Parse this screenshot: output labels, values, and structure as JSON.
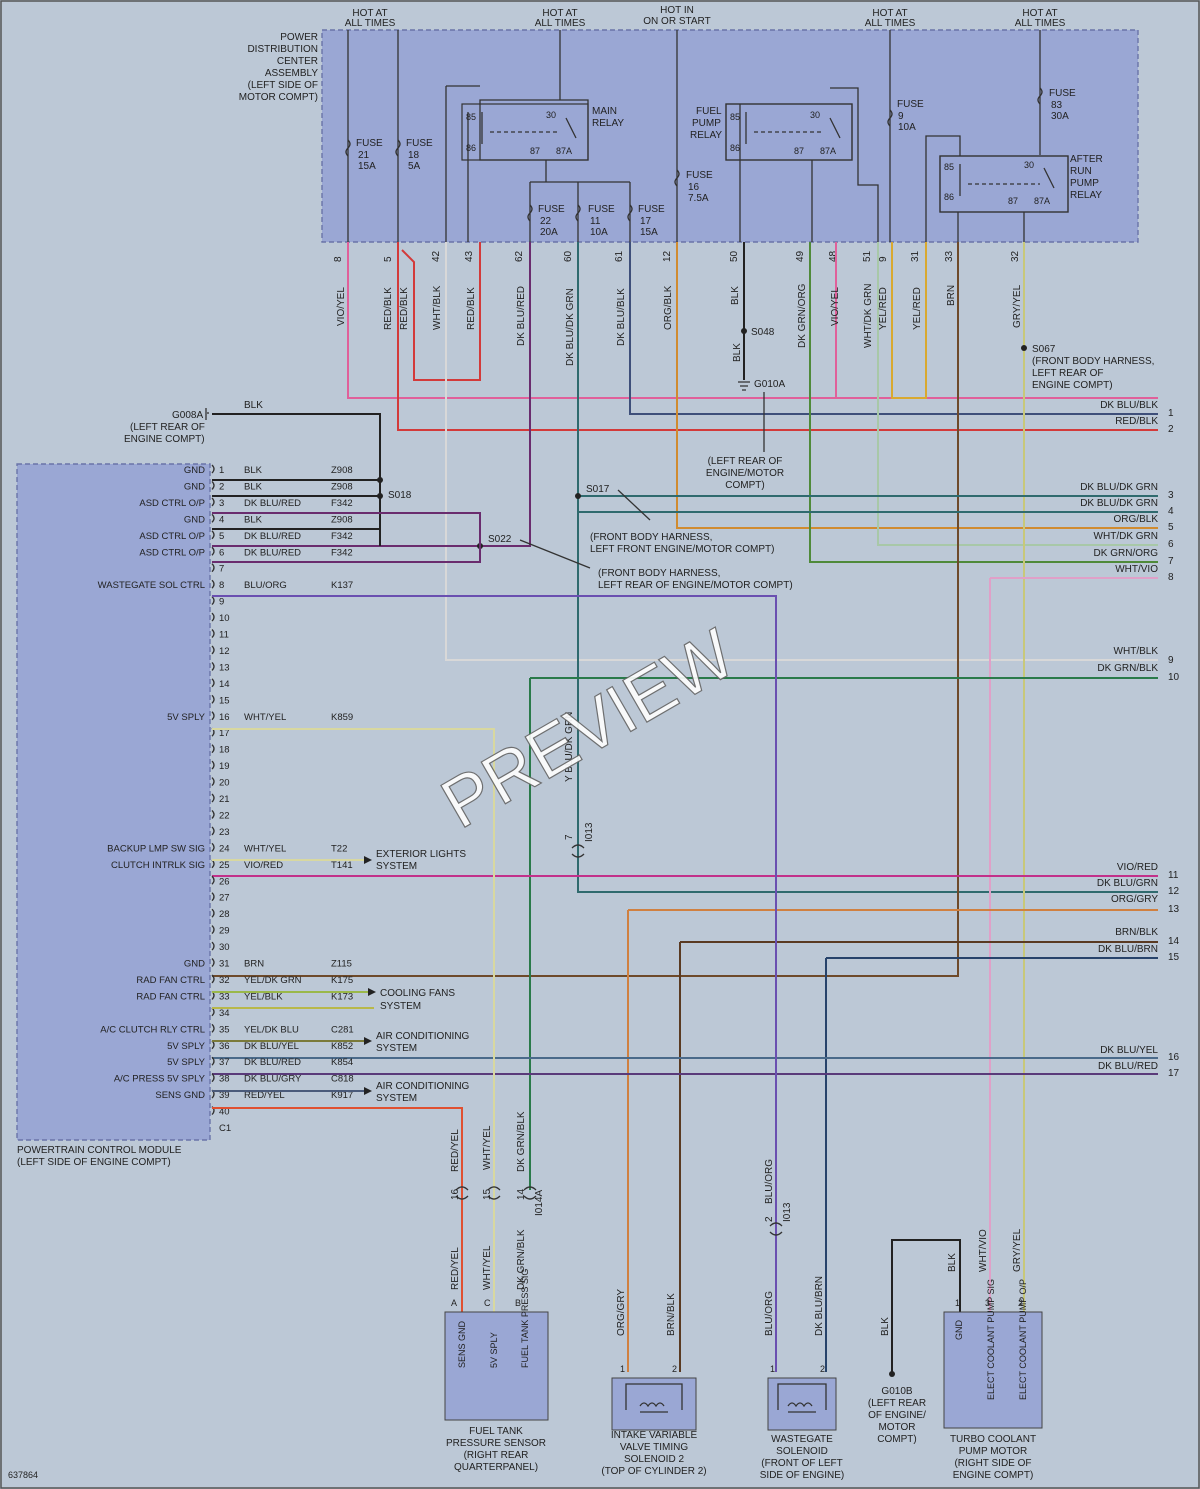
{
  "diagram_id": "637864",
  "watermark": "PREVIEW",
  "colors": {
    "background": "#bcc8d6",
    "module_fill": "#9aa7d4",
    "vio_yel": "#e0609a",
    "red": "#d33a3a",
    "dk_blu_red": "#6a2c6e",
    "dk_blu_dk_grn": "#2f6a6e",
    "dk_blu_blk": "#3e4f7a",
    "org_blk": "#d08b30",
    "blk": "#222222",
    "dk_grn_org": "#4f8a3a",
    "wht_dk_grn": "#a8c8a8",
    "yel_red": "#d9a92f",
    "brn": "#6e4a2a",
    "gry_yel": "#c8c87a",
    "wht_blk": "#d8d8d8",
    "blu_org": "#6a4fb0",
    "wht_yel": "#d8d8a0",
    "vio_red": "#c2308a",
    "org_gry": "#d08040",
    "brn_blk": "#5a3a22",
    "dk_blu_brn": "#27436b",
    "dk_blu_yel": "#4a6a8a",
    "dk_blu_red2": "#5a3a7a",
    "red_yel": "#e05030",
    "dk_grn_blk": "#2a7a4a",
    "wht_vio": "#e0a0c8",
    "yel_blk": "#b8b84a",
    "yel_dk_grn": "#9ab84a"
  },
  "pdc": {
    "title": [
      "POWER",
      "DISTRIBUTION",
      "CENTER",
      "ASSEMBLY",
      "(LEFT SIDE OF",
      "MOTOR COMPT)"
    ],
    "hot_labels": [
      [
        "HOT AT",
        "ALL TIMES"
      ],
      [
        "HOT AT",
        "ALL TIMES"
      ],
      [
        "HOT IN",
        "ON OR START"
      ],
      [
        "HOT AT",
        "ALL TIMES"
      ],
      [
        "HOT AT",
        "ALL TIMES"
      ]
    ],
    "fuses": [
      {
        "name": "FUSE",
        "num": "21",
        "amp": "15A"
      },
      {
        "name": "FUSE",
        "num": "18",
        "amp": "5A"
      },
      {
        "name": "FUSE",
        "num": "22",
        "amp": "20A"
      },
      {
        "name": "FUSE",
        "num": "11",
        "amp": "10A"
      },
      {
        "name": "FUSE",
        "num": "17",
        "amp": "15A"
      },
      {
        "name": "FUSE",
        "num": "16",
        "amp": "7.5A"
      },
      {
        "name": "FUSE",
        "num": "9",
        "amp": "10A"
      },
      {
        "name": "FUSE",
        "num": "83",
        "amp": "30A"
      }
    ],
    "relays": [
      {
        "label": [
          "MAIN",
          "RELAY"
        ],
        "pins": [
          "85",
          "86",
          "30",
          "87",
          "87A"
        ]
      },
      {
        "label": [
          "FUEL",
          "PUMP",
          "RELAY"
        ],
        "pins": [
          "85",
          "86",
          "30",
          "87",
          "87A"
        ]
      },
      {
        "label": [
          "AFTER",
          "RUN",
          "PUMP",
          "RELAY"
        ],
        "pins": [
          "85",
          "86",
          "30",
          "87",
          "87A"
        ]
      }
    ],
    "pins": [
      "8",
      "5",
      "42",
      "43",
      "62",
      "60",
      "61",
      "12",
      "50",
      "49",
      "48",
      "51",
      "9",
      "31",
      "33",
      "32"
    ]
  },
  "pdc_wires": [
    "VIO/YEL",
    "RED/BLK",
    "RED/BLK",
    "WHT/BLK",
    "RED/BLK",
    "DK BLU/RED",
    "DK BLU/DK GRN",
    "DK BLU/BLK",
    "ORG/BLK",
    "BLK",
    "DK GRN/ORG",
    "VIO/YEL",
    "WHT/DK GRN",
    "YEL/RED",
    "YEL/RED",
    "BRN",
    "GRY/YEL"
  ],
  "splices": {
    "s048": "S048",
    "g010a": "G010A",
    "g010a_desc": [
      "(LEFT REAR OF",
      "ENGINE/MOTOR",
      "COMPT)"
    ],
    "blk_mid": "BLK",
    "s067": "S067",
    "s067_desc": [
      "(FRONT BODY HARNESS,",
      "LEFT REAR OF",
      "ENGINE COMPT)"
    ],
    "g008a": "G008A",
    "g008a_desc": [
      "(LEFT REAR OF",
      "ENGINE COMPT)"
    ],
    "g008a_wire": "BLK",
    "s018": "S018",
    "s022": "S022",
    "s017": "S017",
    "s017_desc": [
      "(FRONT BODY HARNESS,",
      "LEFT FRONT ENGINE/MOTOR COMPT)"
    ],
    "s022_desc": [
      "(FRONT BODY HARNESS,",
      "LEFT REAR OF ENGINE/MOTOR COMPT)"
    ]
  },
  "right_edge": [
    {
      "num": "1",
      "wire": "DK BLU/BLK"
    },
    {
      "num": "2",
      "wire": "RED/BLK"
    },
    {
      "num": "3",
      "wire": "DK BLU/DK GRN"
    },
    {
      "num": "",
      "wire": "DK BLU/DK GRN"
    },
    {
      "num": "4",
      "wire": "ORG/BLK"
    },
    {
      "num": "5",
      "wire": "WHT/DK GRN"
    },
    {
      "num": "6",
      "wire": "DK GRN/ORG"
    },
    {
      "num": "7",
      "wire": "WHT/VIO"
    },
    {
      "num": "8",
      "wire": ""
    },
    {
      "num": "9",
      "wire": "WHT/BLK"
    },
    {
      "num": "",
      "wire": "DK GRN/BLK"
    },
    {
      "num": "10",
      "wire": ""
    },
    {
      "num": "11",
      "wire": "VIO/RED"
    },
    {
      "num": "12",
      "wire": "DK BLU/GRN"
    },
    {
      "num": "",
      "wire": "ORG/GRY"
    },
    {
      "num": "13",
      "wire": ""
    },
    {
      "num": "14",
      "wire": "BRN/BLK"
    },
    {
      "num": "15",
      "wire": "DK BLU/BRN"
    },
    {
      "num": "16",
      "wire": "DK BLU/YEL"
    },
    {
      "num": "17",
      "wire": "DK BLU/RED"
    }
  ],
  "pcm": {
    "title": [
      "POWERTRAIN CONTROL MODULE",
      "(LEFT SIDE OF ENGINE COMPT)"
    ],
    "last_pin": "C1",
    "pins": [
      {
        "n": "1",
        "func": "GND",
        "wire": "BLK",
        "circ": "Z908"
      },
      {
        "n": "2",
        "func": "GND",
        "wire": "BLK",
        "circ": "Z908"
      },
      {
        "n": "3",
        "func": "ASD CTRL O/P",
        "wire": "DK BLU/RED",
        "circ": "F342"
      },
      {
        "n": "4",
        "func": "GND",
        "wire": "BLK",
        "circ": "Z908"
      },
      {
        "n": "5",
        "func": "ASD CTRL O/P",
        "wire": "DK BLU/RED",
        "circ": "F342"
      },
      {
        "n": "6",
        "func": "ASD CTRL O/P",
        "wire": "DK BLU/RED",
        "circ": "F342"
      },
      {
        "n": "7",
        "func": "",
        "wire": "",
        "circ": ""
      },
      {
        "n": "8",
        "func": "WASTEGATE SOL CTRL",
        "wire": "BLU/ORG",
        "circ": "K137"
      },
      {
        "n": "9",
        "func": "",
        "wire": "",
        "circ": ""
      },
      {
        "n": "10",
        "func": "",
        "wire": "",
        "circ": ""
      },
      {
        "n": "11",
        "func": "",
        "wire": "",
        "circ": ""
      },
      {
        "n": "12",
        "func": "",
        "wire": "",
        "circ": ""
      },
      {
        "n": "13",
        "func": "",
        "wire": "",
        "circ": ""
      },
      {
        "n": "14",
        "func": "",
        "wire": "",
        "circ": ""
      },
      {
        "n": "15",
        "func": "",
        "wire": "",
        "circ": ""
      },
      {
        "n": "16",
        "func": "5V SPLY",
        "wire": "WHT/YEL",
        "circ": "K859"
      },
      {
        "n": "17",
        "func": "",
        "wire": "",
        "circ": ""
      },
      {
        "n": "18",
        "func": "",
        "wire": "",
        "circ": ""
      },
      {
        "n": "19",
        "func": "",
        "wire": "",
        "circ": ""
      },
      {
        "n": "20",
        "func": "",
        "wire": "",
        "circ": ""
      },
      {
        "n": "21",
        "func": "",
        "wire": "",
        "circ": ""
      },
      {
        "n": "22",
        "func": "",
        "wire": "",
        "circ": ""
      },
      {
        "n": "23",
        "func": "",
        "wire": "",
        "circ": ""
      },
      {
        "n": "24",
        "func": "BACKUP LMP SW SIG",
        "wire": "WHT/YEL",
        "circ": "T22"
      },
      {
        "n": "25",
        "func": "CLUTCH INTRLK SIG",
        "wire": "VIO/RED",
        "circ": "T141"
      },
      {
        "n": "26",
        "func": "",
        "wire": "",
        "circ": ""
      },
      {
        "n": "27",
        "func": "",
        "wire": "",
        "circ": ""
      },
      {
        "n": "28",
        "func": "",
        "wire": "",
        "circ": ""
      },
      {
        "n": "29",
        "func": "",
        "wire": "",
        "circ": ""
      },
      {
        "n": "30",
        "func": "",
        "wire": "",
        "circ": ""
      },
      {
        "n": "31",
        "func": "GND",
        "wire": "BRN",
        "circ": "Z115"
      },
      {
        "n": "32",
        "func": "RAD FAN CTRL",
        "wire": "YEL/DK GRN",
        "circ": "K175"
      },
      {
        "n": "33",
        "func": "RAD FAN CTRL",
        "wire": "YEL/BLK",
        "circ": "K173"
      },
      {
        "n": "34",
        "func": "",
        "wire": "",
        "circ": ""
      },
      {
        "n": "35",
        "func": "A/C CLUTCH RLY CTRL",
        "wire": "YEL/DK BLU",
        "circ": "C281"
      },
      {
        "n": "36",
        "func": "5V SPLY",
        "wire": "DK BLU/YEL",
        "circ": "K852"
      },
      {
        "n": "37",
        "func": "5V SPLY",
        "wire": "DK BLU/RED",
        "circ": "K854"
      },
      {
        "n": "38",
        "func": "A/C PRESS 5V SPLY",
        "wire": "DK BLU/GRY",
        "circ": "C818"
      },
      {
        "n": "39",
        "func": "SENS GND",
        "wire": "RED/YEL",
        "circ": "K917"
      },
      {
        "n": "40",
        "func": "",
        "wire": "",
        "circ": ""
      }
    ],
    "systems": [
      [
        "EXTERIOR LIGHTS",
        "SYSTEM"
      ],
      [
        "COOLING FANS",
        "SYSTEM"
      ],
      [
        "AIR CONDITIONING",
        "SYSTEM"
      ],
      [
        "AIR CONDITIONING",
        "SYSTEM"
      ]
    ]
  },
  "connectors": {
    "c1013_top": "I013",
    "c1013_top_pin": "7",
    "c1013_top_wire": "Y BLU/DK GRN",
    "c1014a": "I014A",
    "c1014a_pins": [
      "16",
      "15",
      "14"
    ],
    "c1014a_wires_above": [
      "RED/YEL",
      "WHT/YEL",
      "DK GRN/BLK"
    ],
    "c1013_low": "I013",
    "c1013_low_pin": "2",
    "c1013_low_wire": "BLU/ORG"
  },
  "components": [
    {
      "title": [
        "FUEL TANK",
        "PRESSURE SENSOR",
        "(RIGHT REAR",
        "QUARTERPANEL)"
      ],
      "pins": [
        "A",
        "C",
        "B"
      ],
      "funcs": [
        "SENS GND",
        "5V SPLY",
        "FUEL TANK PRESS SIG"
      ],
      "wires": [
        "RED/YEL",
        "WHT/YEL",
        "DK GRN/BLK"
      ]
    },
    {
      "title": [
        "INTAKE VARIABLE",
        "VALVE TIMING",
        "SOLENOID 2",
        "(TOP OF CYLINDER 2)"
      ],
      "pins": [
        "1",
        "2"
      ],
      "wires": [
        "ORG/GRY",
        "BRN/BLK"
      ]
    },
    {
      "title": [
        "WASTEGATE",
        "SOLENOID",
        "(FRONT OF LEFT",
        "SIDE OF ENGINE)"
      ],
      "pins": [
        "1",
        "2"
      ],
      "wires": [
        "BLU/ORG",
        "DK BLU/BRN"
      ]
    },
    {
      "title": [
        "G010B",
        "(LEFT REAR",
        "OF ENGINE/",
        "MOTOR",
        "COMPT)"
      ],
      "wire": "BLK"
    },
    {
      "title": [
        "TURBO COOLANT",
        "PUMP MOTOR",
        "(RIGHT SIDE OF",
        "ENGINE COMPT)"
      ],
      "pins": [
        "1",
        "3",
        "2"
      ],
      "funcs": [
        "GND",
        "ELECT COOLANT PUMP SIG",
        "ELECT COOLANT PUMP O/P"
      ],
      "wires": [
        "BLK",
        "WHT/VIO",
        "GRY/YEL"
      ]
    }
  ]
}
